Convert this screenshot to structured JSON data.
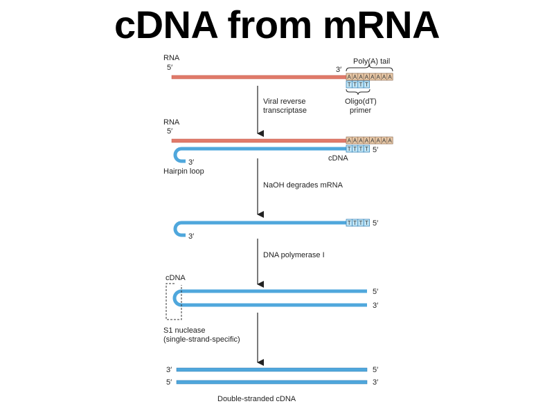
{
  "title": "cDNA from mRNA",
  "colors": {
    "rna_strand": "#e07a6a",
    "dna_strand": "#4fa7dc",
    "dna_strand_dark": "#2a78b0",
    "polyA_box": "#e8c9a8",
    "oligo_box": "#bfe4f5",
    "arrow": "#222222",
    "text": "#222222"
  },
  "labels": {
    "rna": "RNA",
    "five_prime": "5′",
    "three_prime": "3′",
    "poly_a_tail": "Poly(A) tail",
    "oligo_dt_line1": "Oligo(dT)",
    "oligo_dt_line2": "primer",
    "cdna": "cDNA",
    "hairpin_loop": "Hairpin loop",
    "s1_line1": "S1 nuclease",
    "s1_line2": "(single-strand-specific)",
    "double_stranded": "Double-stranded cDNA",
    "base_a": "A",
    "base_t": "T"
  },
  "steps": [
    {
      "line1": "Viral reverse",
      "line2": "transcriptase"
    },
    {
      "line1": "NaOH degrades mRNA"
    },
    {
      "line1": "DNA polymerase I"
    }
  ]
}
